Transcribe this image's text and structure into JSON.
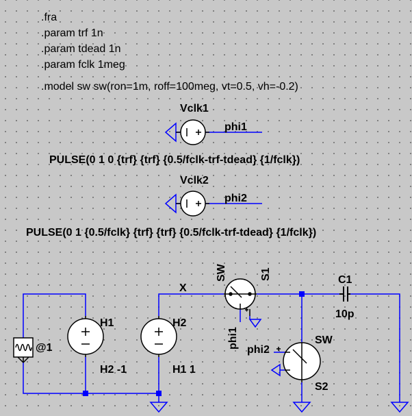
{
  "directives": [
    ".fra",
    ".param trf 1n",
    ".param tdead 1n",
    ".param fclk 1meg",
    ".model sw sw(ron=1m, roff=100meg, vt=0.5, vh=-0.2)"
  ],
  "vclk1": {
    "name": "Vclk1",
    "net": "phi1",
    "value": "PULSE(0 1 0 {trf} {trf} {0.5/fclk-trf-tdead} {1/fclk})"
  },
  "vclk2": {
    "name": "Vclk2",
    "net": "phi2",
    "value": "PULSE(0 1 {0.5/fclk} {trf} {trf} {0.5/fclk-trf-tdead} {1/fclk})"
  },
  "net_x": "X",
  "source_probe": "@1",
  "h1": {
    "name": "H1",
    "value": "H2 -1"
  },
  "h2": {
    "name": "H2",
    "value": "H1 1"
  },
  "s1": {
    "name": "S1",
    "model": "SW",
    "ctrl_net": "phi1"
  },
  "s2": {
    "name": "S2",
    "model": "SW",
    "ctrl_net": "phi2"
  },
  "c1": {
    "name": "C1",
    "value": "10p"
  },
  "colors": {
    "wire": "#0000ff",
    "component": "#000000",
    "symbol_fill": "#ffffff",
    "background": "#c8c8c8"
  }
}
